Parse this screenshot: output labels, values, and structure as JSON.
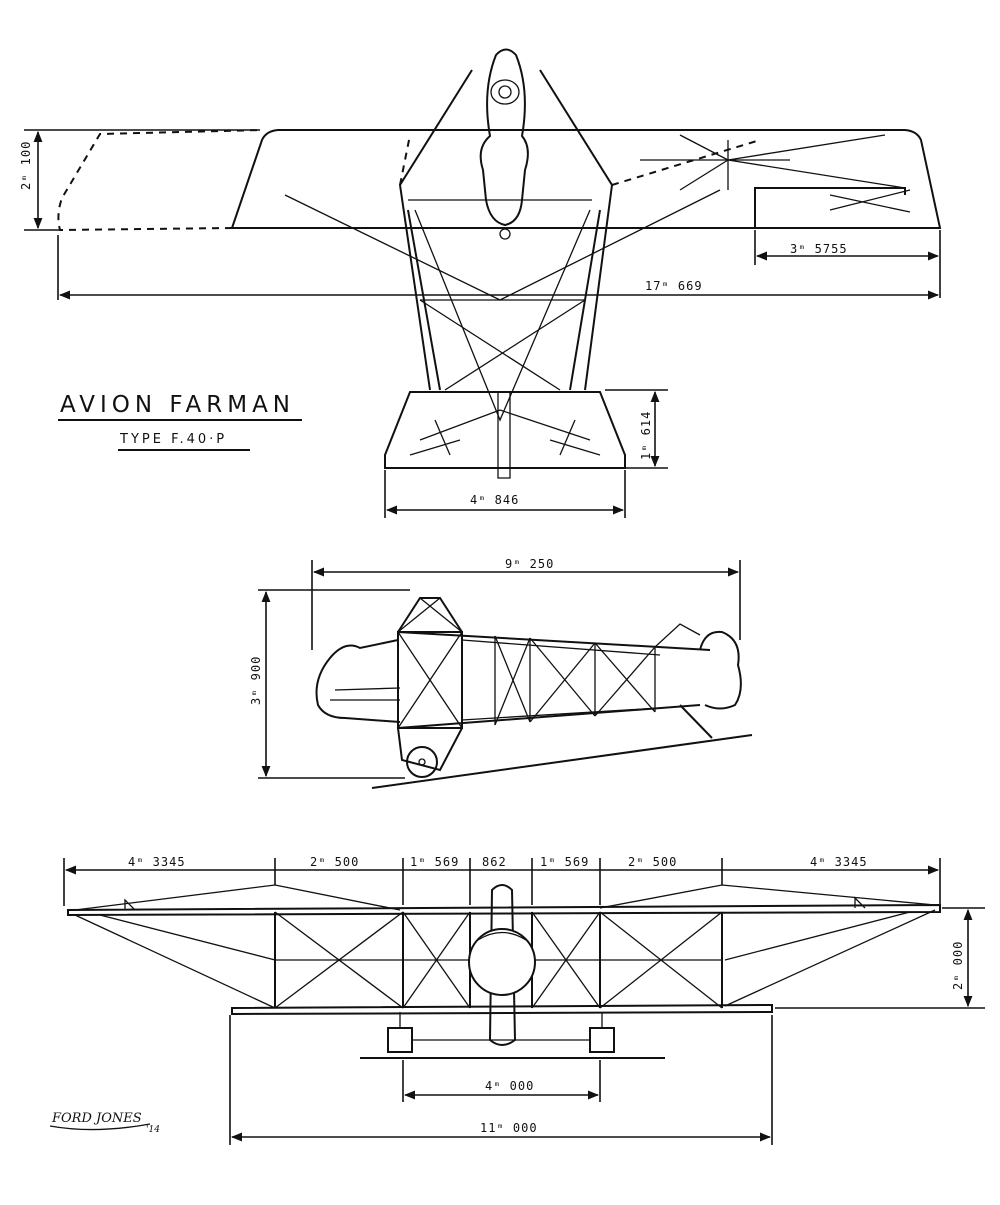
{
  "title": {
    "main": "AVION FARMAN",
    "sub": "TYPE F.40·P"
  },
  "signature": {
    "name": "FORD JONES",
    "year": "'14"
  },
  "views": {
    "plan": {
      "dims": {
        "wing_chord": "2ᵐ 100",
        "aileron_span": "3ᵐ 5755",
        "total_span": "17ᵐ 669",
        "tail_chord": "1ᵐ 614",
        "tail_span": "4ᵐ 846"
      }
    },
    "side": {
      "dims": {
        "length": "9ᵐ 250",
        "height": "3ᵐ 900"
      }
    },
    "front": {
      "dims": {
        "seg1": "4ᵐ 3345",
        "seg2": "2ᵐ 500",
        "seg3": "1ᵐ 569",
        "seg4": "862",
        "seg5": "1ᵐ 569",
        "seg6": "2ᵐ 500",
        "seg7": "4ᵐ 3345",
        "gap": "2ᵐ 000",
        "track": "4ᵐ 000",
        "lower_span": "11ᵐ 000"
      }
    }
  }
}
